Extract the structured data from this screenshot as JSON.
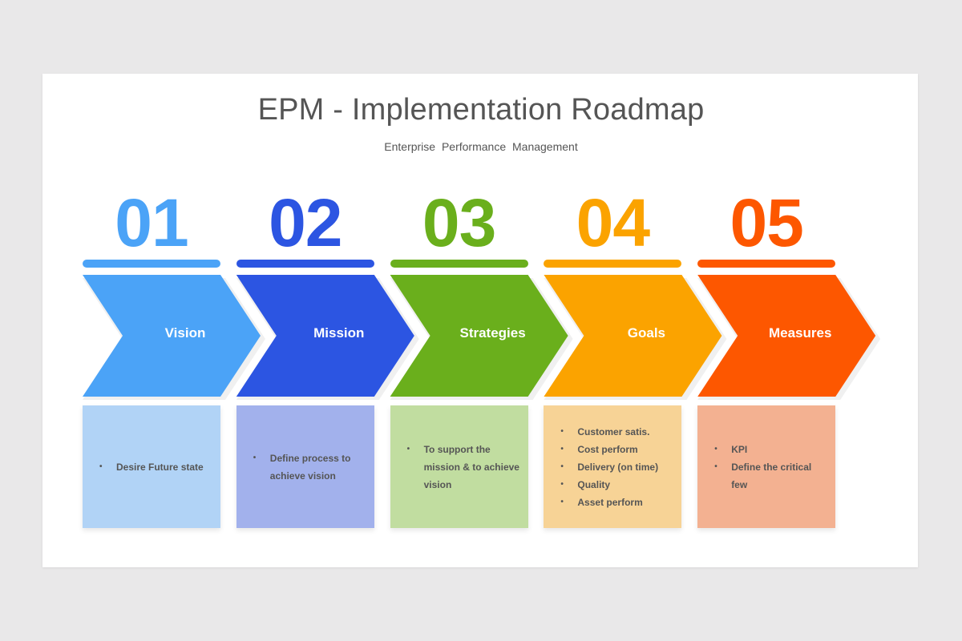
{
  "title": "EPM - Implementation Roadmap",
  "subtitle": "Enterprise  Performance  Management",
  "steps": [
    {
      "number": "01",
      "label": "Vision",
      "color": "#4ba3f7",
      "box_color": "#b1d3f6",
      "points": [
        "Desire Future state"
      ]
    },
    {
      "number": "02",
      "label": "Mission",
      "color": "#2c55e2",
      "box_color": "#a2b1ec",
      "points": [
        "Define process to achieve vision"
      ]
    },
    {
      "number": "03",
      "label": "Strategies",
      "color": "#6aaf1c",
      "box_color": "#c1dda0",
      "points": [
        "To support the mission & to achieve vision"
      ]
    },
    {
      "number": "04",
      "label": "Goals",
      "color": "#fba300",
      "box_color": "#f7d396",
      "points": [
        "Customer satis.",
        "Cost perform",
        "Delivery (on time)",
        "Quality",
        "Asset perform"
      ]
    },
    {
      "number": "05",
      "label": "Measures",
      "color": "#fd5700",
      "box_color": "#f3b191",
      "points": [
        "KPI",
        "Define the critical few"
      ]
    }
  ]
}
